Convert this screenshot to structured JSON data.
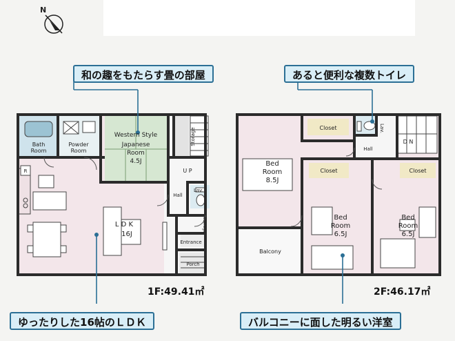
{
  "compass": {
    "label": "N"
  },
  "callouts": {
    "tatami": "和の趣をもたらす畳の部屋",
    "toilets": "あると便利な複数トイレ",
    "ldk": "ゆったりした16帖のＬＤＫ",
    "western": "バルコニーに面した明るい洋室"
  },
  "floor1": {
    "area_label": "1F:49.41㎡",
    "rooms": {
      "bath": [
        "Bath",
        "Room"
      ],
      "powder": [
        "Powder",
        "Room"
      ],
      "western_style": "Western Style",
      "japanese": [
        "Japanese",
        "Room",
        "4.5J"
      ],
      "storage": "Storage",
      "up": "U P",
      "hall": "Hall",
      "lav": "Lav.",
      "ldk": [
        "L D K",
        "16J"
      ],
      "storage2": "Storage",
      "entrance": "Entrance",
      "porch": "Porch",
      "refrigerator": "R"
    }
  },
  "floor2": {
    "area_label": "2F:46.17㎡",
    "rooms": {
      "closet_a": "Closet",
      "lav": "Lav.",
      "dn": "D N",
      "bed_a": [
        "Bed",
        "Room",
        "8.5J"
      ],
      "hall": "Hall",
      "closet_b": "Closet",
      "closet_c": "Closet",
      "bed_b": [
        "Bed",
        "Room",
        "6.5J"
      ],
      "bed_c": [
        "Bed",
        "Room",
        "6.5J"
      ],
      "balcony": "Balcony"
    }
  },
  "colors": {
    "wall": "#2b2b2b",
    "room_pink": "#f3e6ea",
    "tatami": "#d6e7d2",
    "wet": "#cfe3ec",
    "storage": "#e3e3e3",
    "closet": "#f1e9c6",
    "callout_bg": "#d9eef7",
    "callout_border": "#2b6f95",
    "leader": "#2b6f95"
  }
}
